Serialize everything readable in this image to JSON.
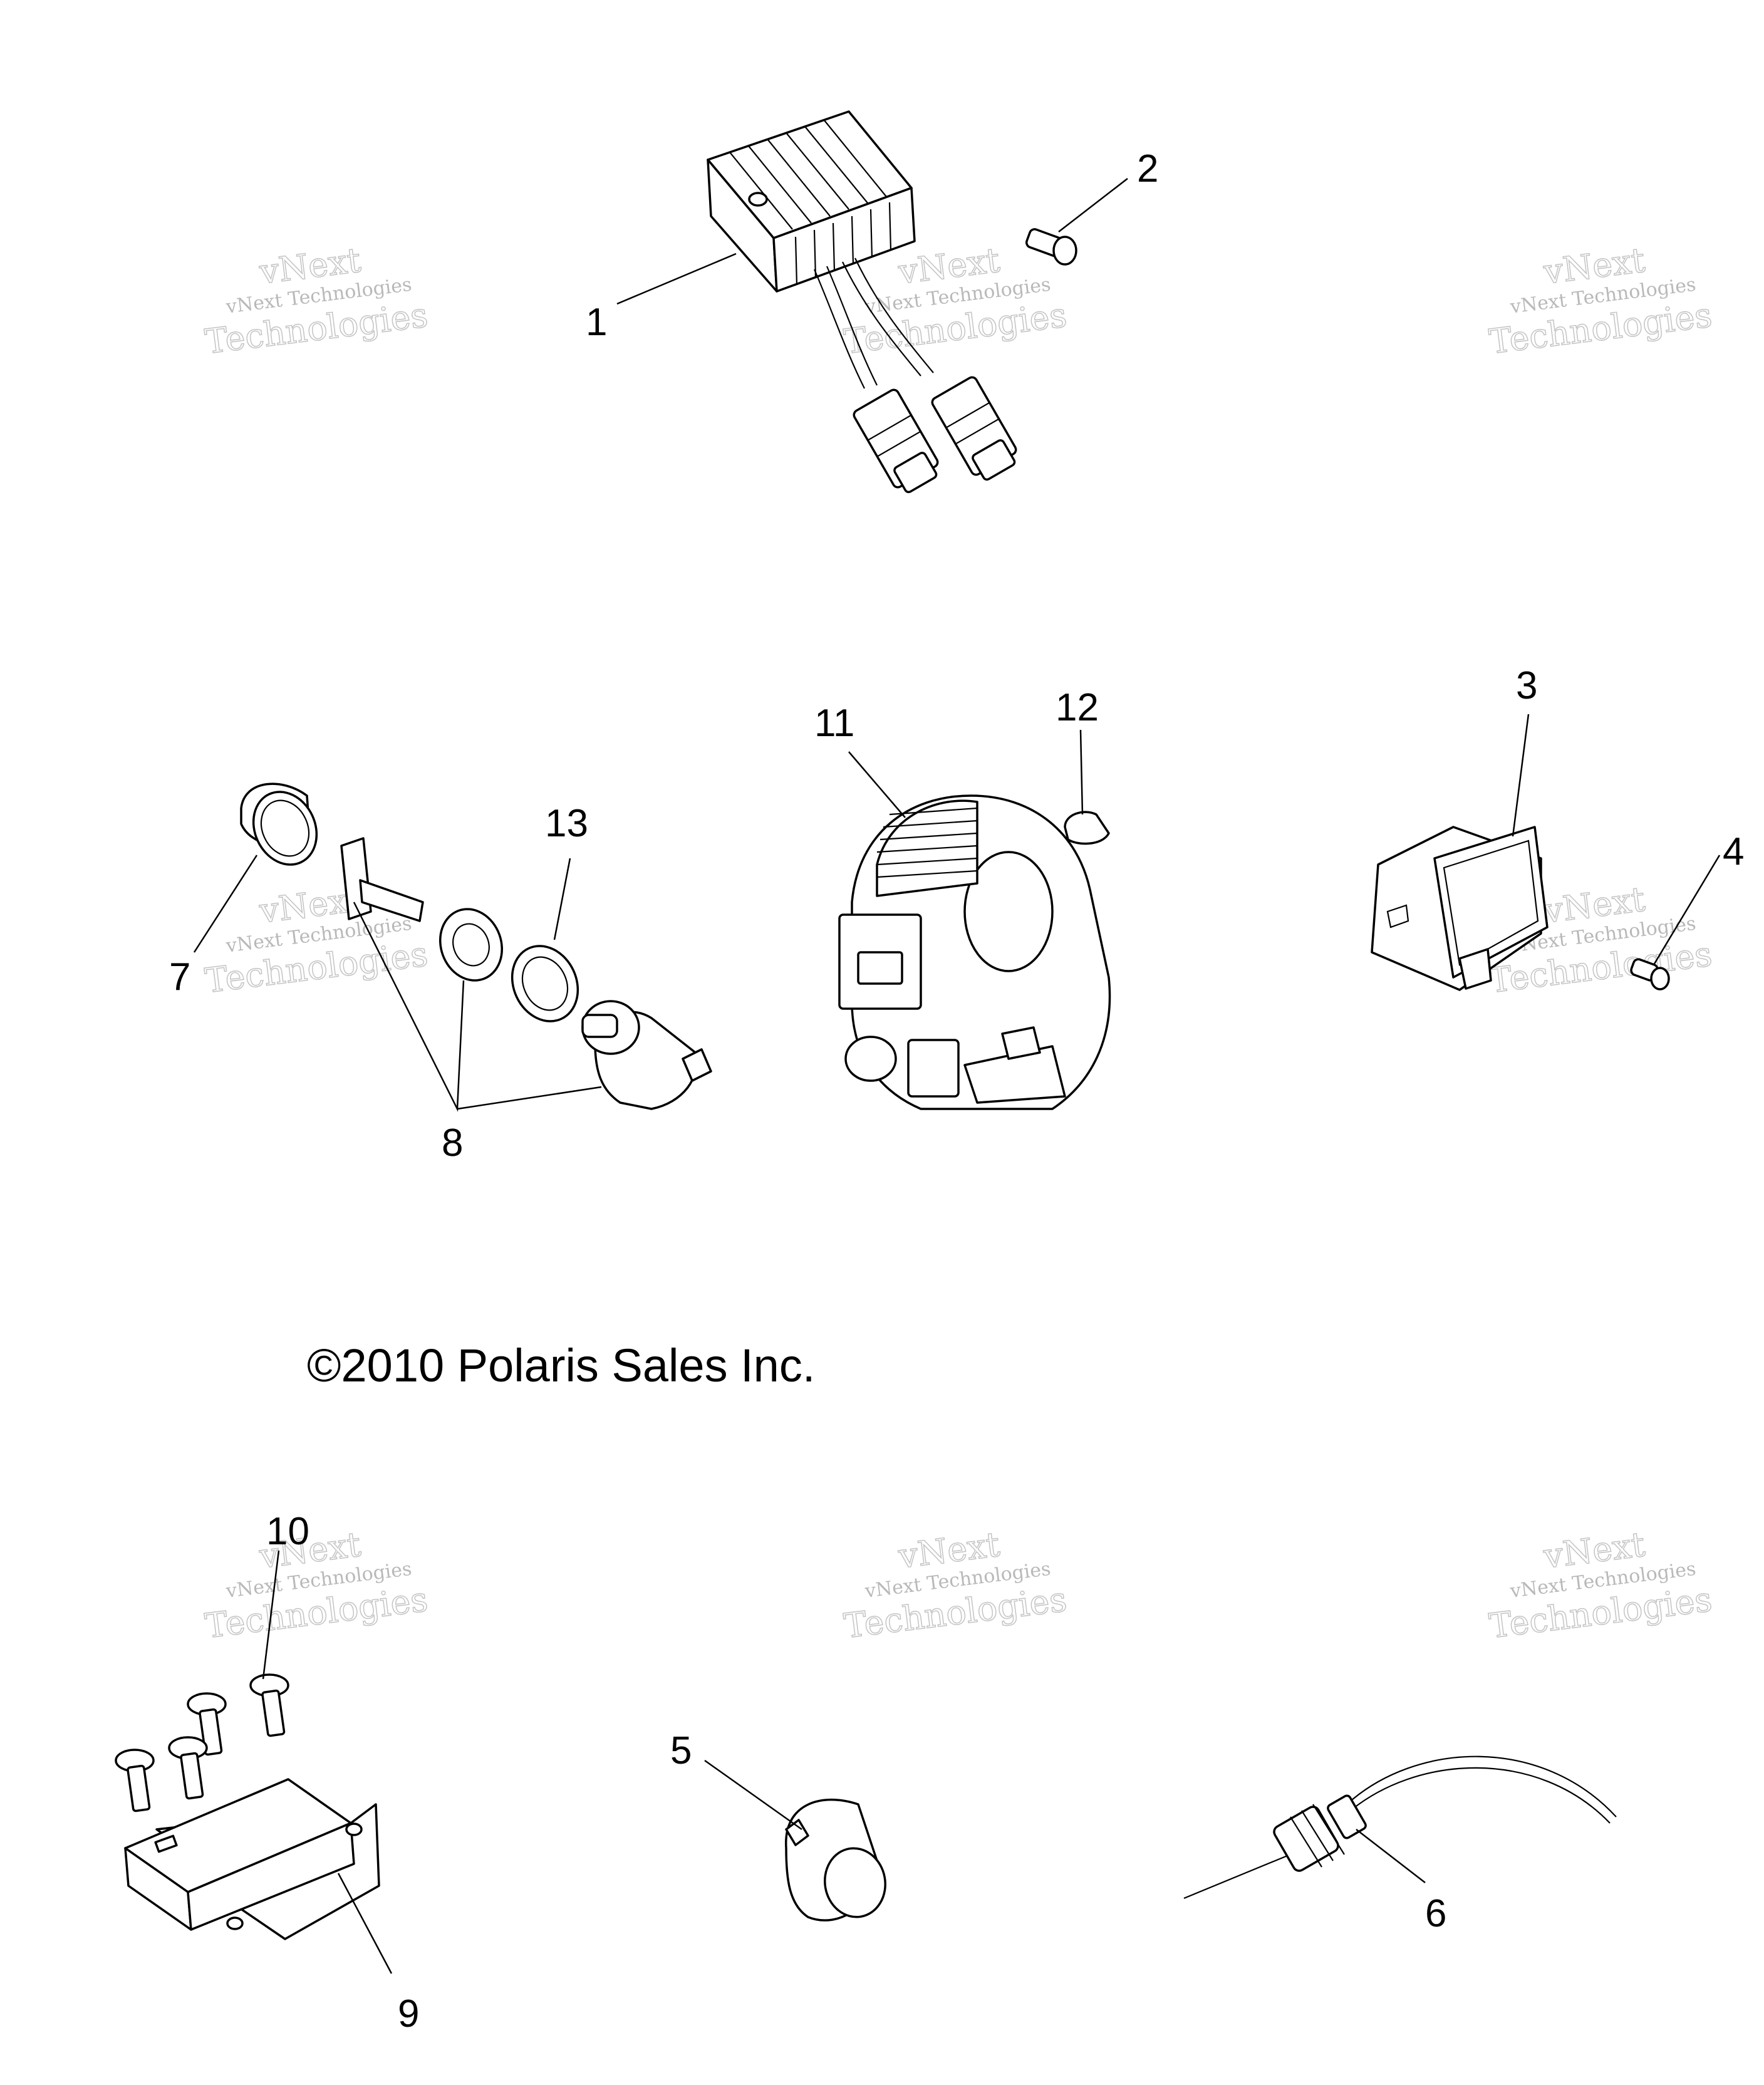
{
  "callouts": {
    "c1": "1",
    "c2": "2",
    "c3": "3",
    "c4": "4",
    "c5": "5",
    "c6": "6",
    "c7": "7",
    "c8": "8",
    "c9": "9",
    "c10": "10",
    "c11": "11",
    "c12": "12",
    "c13": "13"
  },
  "copyright": "©2010 Polaris Sales Inc.",
  "watermark": {
    "line1": "vNext Technologies",
    "line2": "vNext",
    "line3": "Technologies"
  }
}
